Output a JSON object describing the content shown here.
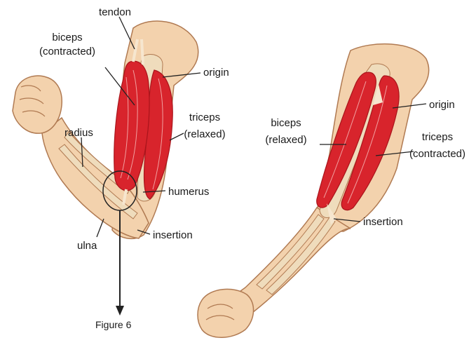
{
  "colors": {
    "skin": "#f3d2ad",
    "skin_shade": "#e2b58a",
    "outline": "#b07a52",
    "muscle": "#d8242c",
    "muscle_dark": "#a9141b",
    "tendon": "#f6e6cf",
    "bone": "#efdcbc",
    "leader": "#222222"
  },
  "left_arm": {
    "labels": {
      "tendon": "tendon",
      "biceps_1": "biceps",
      "biceps_2": "(contracted)",
      "origin": "origin",
      "triceps_1": "triceps",
      "triceps_2": "(relaxed)",
      "radius": "radius",
      "humerus": "humerus",
      "insertion": "insertion",
      "ulna": "ulna"
    },
    "caption": "Figure 6"
  },
  "right_arm": {
    "labels": {
      "biceps_1": "biceps",
      "biceps_2": "(relaxed)",
      "origin": "origin",
      "triceps_1": "triceps",
      "triceps_2": "(contracted)",
      "insertion": "insertion"
    }
  }
}
